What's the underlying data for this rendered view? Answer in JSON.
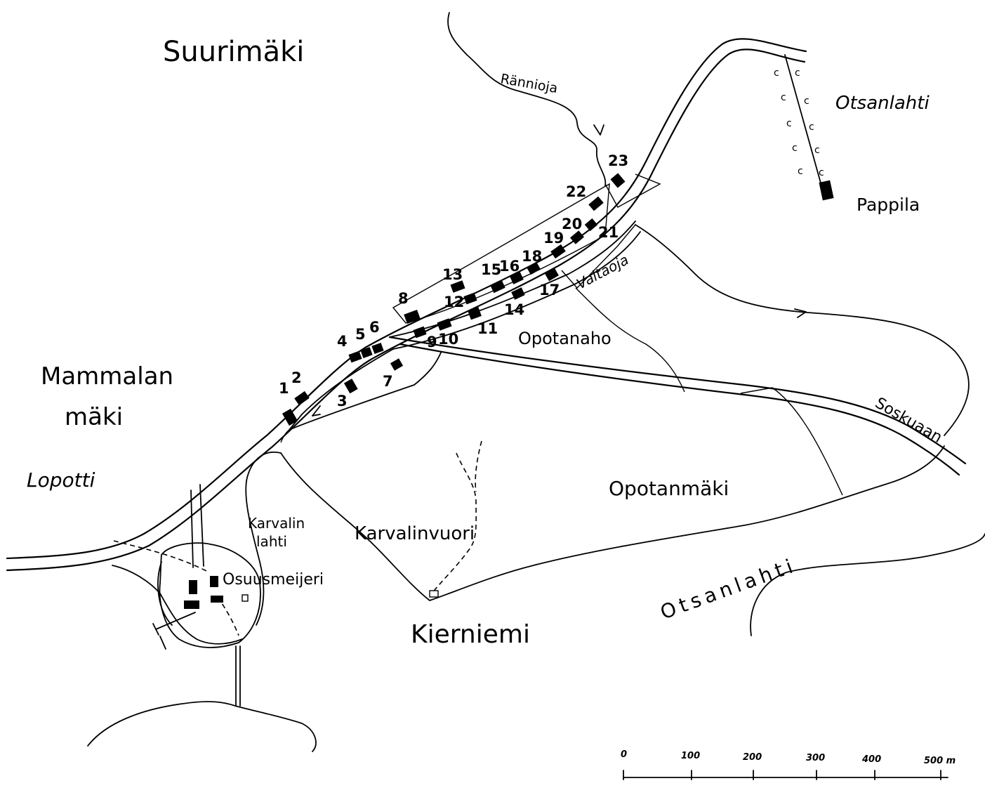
{
  "places": {
    "suurimaki": "Suurimäki",
    "mammalan_1": "Mammalan",
    "mammalan_2": "mäki",
    "lopotti": "Lopotti",
    "otsanlahti_ne": "Otsanlahti",
    "pappila": "Pappila",
    "opotanaho": "Opotanaho",
    "opotanmaki": "Opotanmäki",
    "karvalin_1": "Karvalin",
    "karvalin_2": "lahti",
    "karvalinvuori": "Karvalinvuori",
    "osuusmeijeri": "Osuusmeijeri",
    "kierniemi": "Kierniemi",
    "otsanlahti_s": "Otsanlahti"
  },
  "waters": {
    "rannioja": "Rännioja",
    "valtaoja": "Valtaoja",
    "soskuaan": "Soskuaan"
  },
  "house_numbers": [
    "1",
    "2",
    "3",
    "4",
    "5",
    "6",
    "7",
    "8",
    "9",
    "10",
    "11",
    "12",
    "13",
    "14",
    "15",
    "16",
    "17",
    "18",
    "19",
    "20",
    "21",
    "22",
    "23"
  ],
  "scale_bar": {
    "ticks": [
      "0",
      "100",
      "200",
      "300",
      "400",
      "500 m"
    ],
    "values_m": [
      0,
      100,
      200,
      300,
      400,
      500
    ]
  }
}
